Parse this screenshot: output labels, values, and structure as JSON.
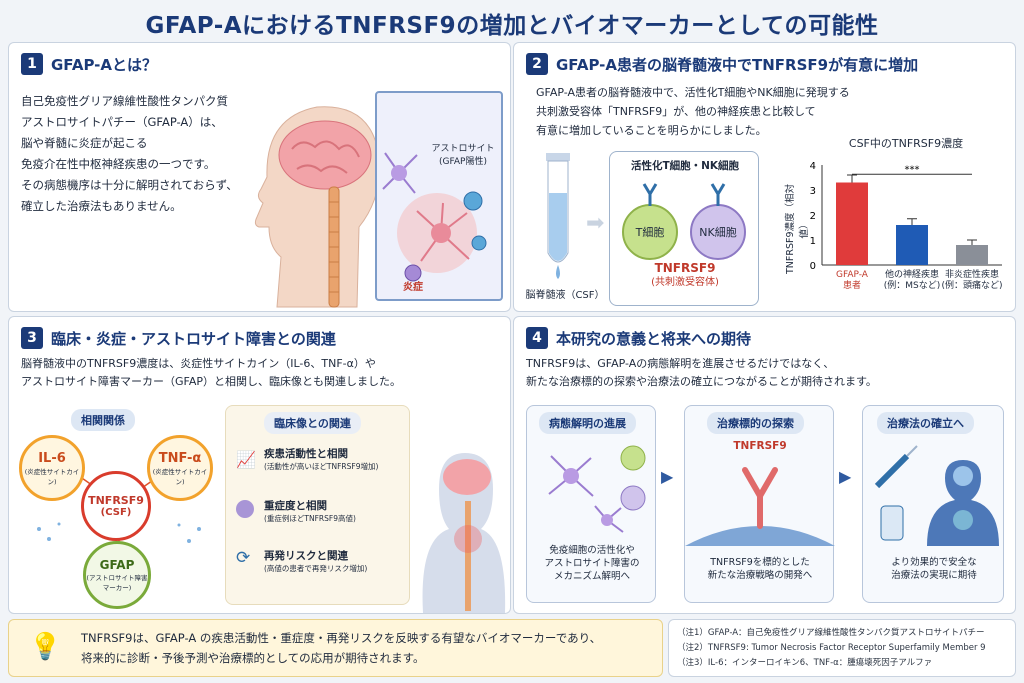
{
  "title": "GFAP-AにおけるTNFRSF9の増加とバイオマーカーとしての可能性",
  "s1": {
    "num": "1",
    "heading": "GFAP-Aとは？",
    "lines": [
      "自己免疫性グリア線維性酸性タンパク質",
      "アストロサイトパチー（GFAP-A）は、",
      "脳や脊髄に炎症が起こる",
      "免疫介在性中枢神経疾患の一つです。",
      "その病態機序は十分に解明されておらず、",
      "確立した治療法もありません。"
    ],
    "astro_label": "アストロサイト",
    "astro_sub": "(GFAP陽性)",
    "inflam": "炎症"
  },
  "s2": {
    "num": "2",
    "heading": "GFAP-A患者の脳脊髄液中でTNFRSF9が有意に増加",
    "lines": [
      "GFAP-A患者の脳脊髄液中で、活性化T細胞やNK細胞に発現する",
      "共刺激受容体「TNFRSF9」が、他の神経疾患と比較して",
      "有意に増加していることを明らかにしました。"
    ],
    "csf_label": "脳脊髄液（CSF）",
    "cells_title": "活性化T細胞・NK細胞",
    "t_cell": "T細胞",
    "nk_cell": "NK細胞",
    "receptor": "TNFRSF9",
    "receptor_sub": "(共刺激受容体)"
  },
  "chart_data": {
    "type": "bar",
    "title": "CSF中のTNFRSF9濃度",
    "ylabel": "TNFRSF9濃度（相対値）",
    "ylim": [
      0,
      4
    ],
    "yticks": [
      "0",
      "1",
      "2",
      "3",
      "4"
    ],
    "categories": [
      "GFAP-A 患者",
      "他の神経疾患 (例：MSなど)",
      "非炎症性疾患 (例：頭痛など)"
    ],
    "cat_lines": [
      [
        "GFAP-A",
        "患者"
      ],
      [
        "他の神経疾患",
        "(例：MSなど)"
      ],
      [
        "非炎症性疾患",
        "(例：頭痛など)"
      ]
    ],
    "values": [
      3.3,
      1.6,
      0.8
    ],
    "errors": [
      0.3,
      0.25,
      0.2
    ],
    "colors": [
      "#e03b3b",
      "#1f5bb5",
      "#8a8f98"
    ],
    "significance": "***"
  },
  "s3": {
    "num": "3",
    "heading": "臨床・炎症・アストロサイト障害との関連",
    "lines": [
      "脳脊髄液中のTNFRSF9濃度は、炎症性サイトカイン（IL-6、TNF-α）や",
      "アストロサイト障害マーカー（GFAP）と相関し、臨床像とも関連しました。"
    ],
    "corr_title": "相関関係",
    "il6": "IL-6",
    "il6_sub": "(炎症性サイトカイン)",
    "tnf": "TNF-α",
    "tnf_sub": "(炎症性サイトカイン)",
    "center": "TNFRSF9",
    "center_sub": "(CSF)",
    "gfap": "GFAP",
    "gfap_sub1": "(アストロサイト障害",
    "gfap_sub2": "マーカー)",
    "clin_title": "臨床像との関連",
    "items": [
      {
        "t": "疾患活動性と相関",
        "s": "(活動性が高いほどTNFRSF9増加)"
      },
      {
        "t": "重症度と相関",
        "s": "(重症例ほどTNFRSF9高値)"
      },
      {
        "t": "再発リスクと関連",
        "s": "(高値の患者で再発リスク増加)"
      }
    ]
  },
  "s4": {
    "num": "4",
    "heading": "本研究の意義と将来への期待",
    "lines": [
      "TNFRSF9は、GFAP-Aの病態解明を進展させるだけではなく、",
      "新たな治療標的の探索や治療法の確立につながることが期待されます。"
    ],
    "box1_title": "病態解明の進展",
    "box1_lines": [
      "免疫細胞の活性化や",
      "アストロサイト障害の",
      "メカニズム解明へ"
    ],
    "box2_title": "治療標的の探索",
    "box2_receptor": "TNFRSF9",
    "box2_lines": [
      "TNFRSF9を標的とした",
      "新たな治療戦略の開発へ"
    ],
    "box3_title": "治療法の確立へ",
    "box3_lines": [
      "より効果的で安全な",
      "治療法の実現に期待"
    ]
  },
  "bottom_lines": [
    "TNFRSF9は、GFAP-A の疾患活動性・重症度・再発リスクを反映する有望なバイオマーカーであり、",
    "将来的に診断・予後予測や治療標的としての応用が期待されます。"
  ],
  "notes": [
    "（注1）GFAP-A：自己免疫性グリア線維性酸性タンパク質アストロサイトパチー",
    "（注2）TNFRSF9: Tumor Necrosis Factor Receptor Superfamily Member 9",
    "（注3）IL-6：インターロイキン6、TNF-α：腫瘍壊死因子アルファ"
  ]
}
